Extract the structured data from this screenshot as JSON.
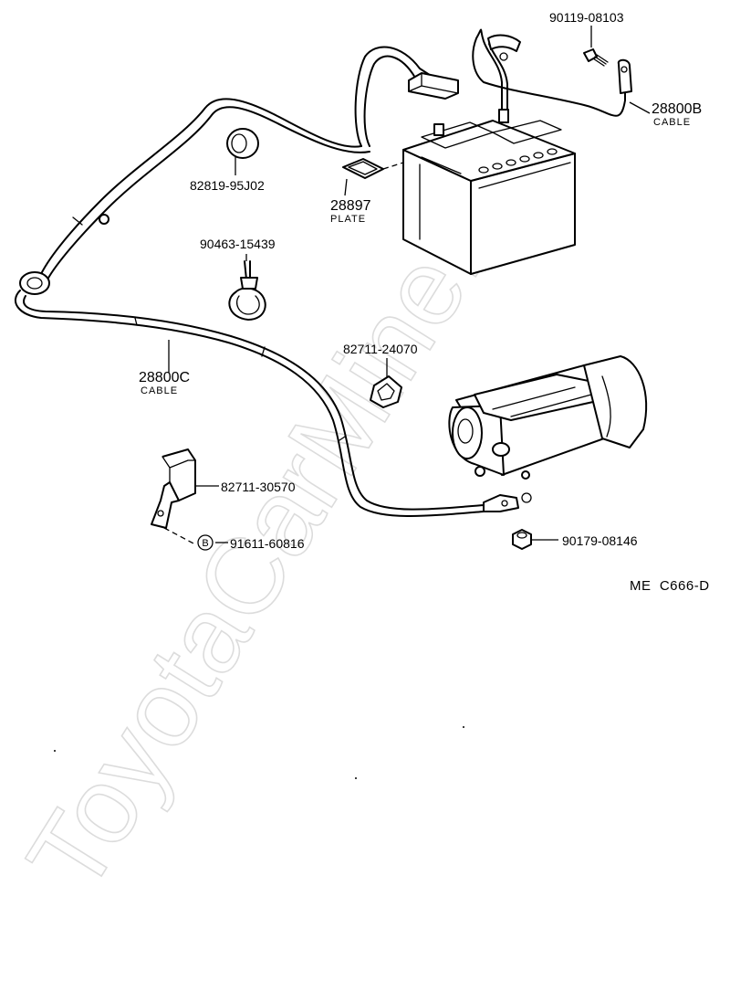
{
  "watermark": "ToyotaCarMine.ru",
  "reference_code": "ME  C666-D",
  "parts": {
    "p90119": {
      "number": "90119-08103"
    },
    "p28800B": {
      "number": "28800B",
      "caption": "CABLE"
    },
    "p82819": {
      "number": "82819-95J02"
    },
    "p28897": {
      "number": "28897",
      "caption": "PLATE"
    },
    "p90463": {
      "number": "90463-15439"
    },
    "p28800C": {
      "number": "28800C",
      "caption": "CABLE"
    },
    "p82711a": {
      "number": "82711-24070"
    },
    "p82711b": {
      "number": "82711-30570"
    },
    "p91611": {
      "number": "91611-60816",
      "symbol": "B"
    },
    "p90179": {
      "number": "90179-08146"
    }
  }
}
